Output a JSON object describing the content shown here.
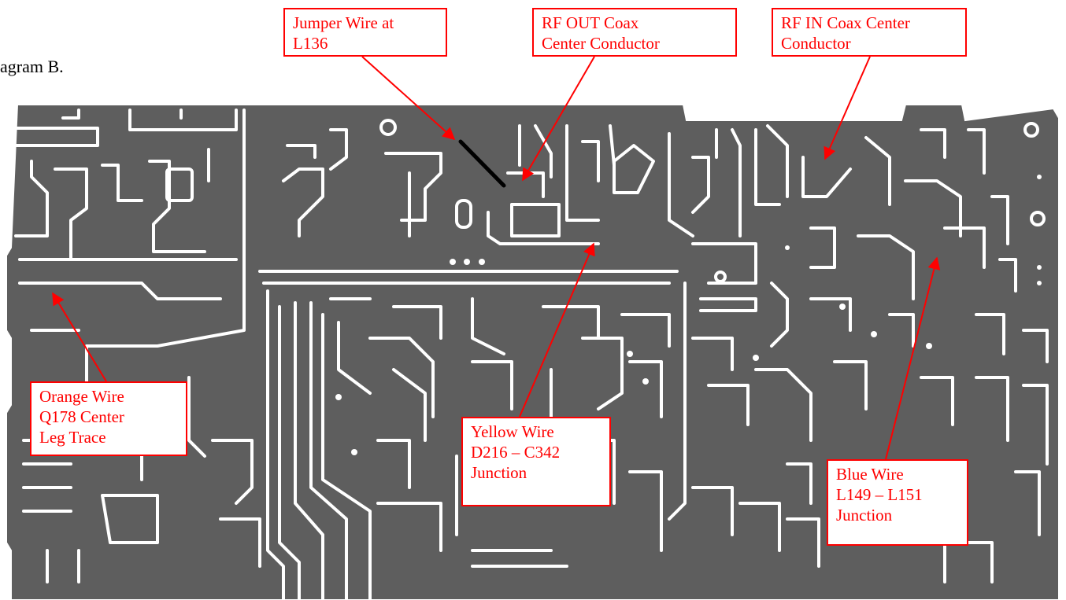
{
  "document": {
    "text_fragment": "agram B."
  },
  "colors": {
    "board": "#5e5e5e",
    "trace_gap": "#ffffff",
    "callout": "#ff0000",
    "jumper": "#000000"
  },
  "callouts": {
    "jumper": {
      "lines": [
        "Jumper Wire at",
        "L136"
      ]
    },
    "rf_out": {
      "lines": [
        "RF OUT Coax",
        "Center Conductor"
      ]
    },
    "rf_in": {
      "lines": [
        "RF IN Coax Center",
        "Conductor"
      ]
    },
    "orange": {
      "lines": [
        "Orange Wire",
        "Q178 Center",
        "Leg Trace"
      ]
    },
    "yellow": {
      "lines": [
        "Yellow Wire",
        "D216 – C342",
        "Junction"
      ]
    },
    "blue": {
      "lines": [
        "Blue Wire",
        "L149 – L151",
        "Junction"
      ]
    }
  }
}
